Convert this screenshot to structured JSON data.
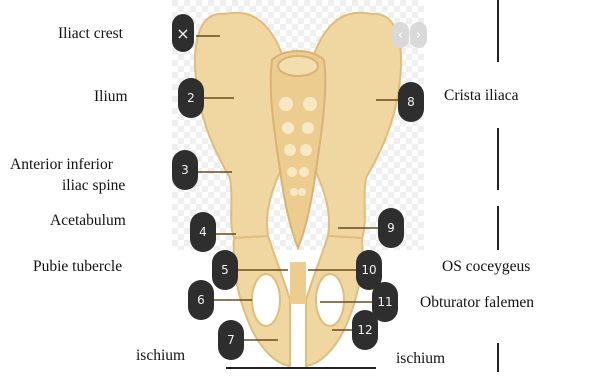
{
  "labels": {
    "iliac_crest": "Iliact crest",
    "ilium": "Ilium",
    "anterior_inferior_1": "Anterior inferior",
    "anterior_inferior_2": "iliac spine",
    "acetabulum": "Acetabulum",
    "pubic_tubercle": "Pubie tubercle",
    "ischium_left": "ischium",
    "crista_iliaca": "Crista iliaca",
    "os_coccygeus": "OS coceygeus",
    "obturator": "Obturator falemen",
    "ischium_right": "ischium"
  },
  "markers": [
    "2",
    "3",
    "4",
    "5",
    "6",
    "7",
    "8",
    "9",
    "10",
    "11",
    "12"
  ],
  "controls": {
    "close": "×",
    "prev": "‹",
    "next": "›"
  },
  "colors": {
    "bone": "#f0d7a1",
    "bone_shadow": "#dfbd7d",
    "badge": "#2e2e2e",
    "leader": "#6b4a1e"
  }
}
